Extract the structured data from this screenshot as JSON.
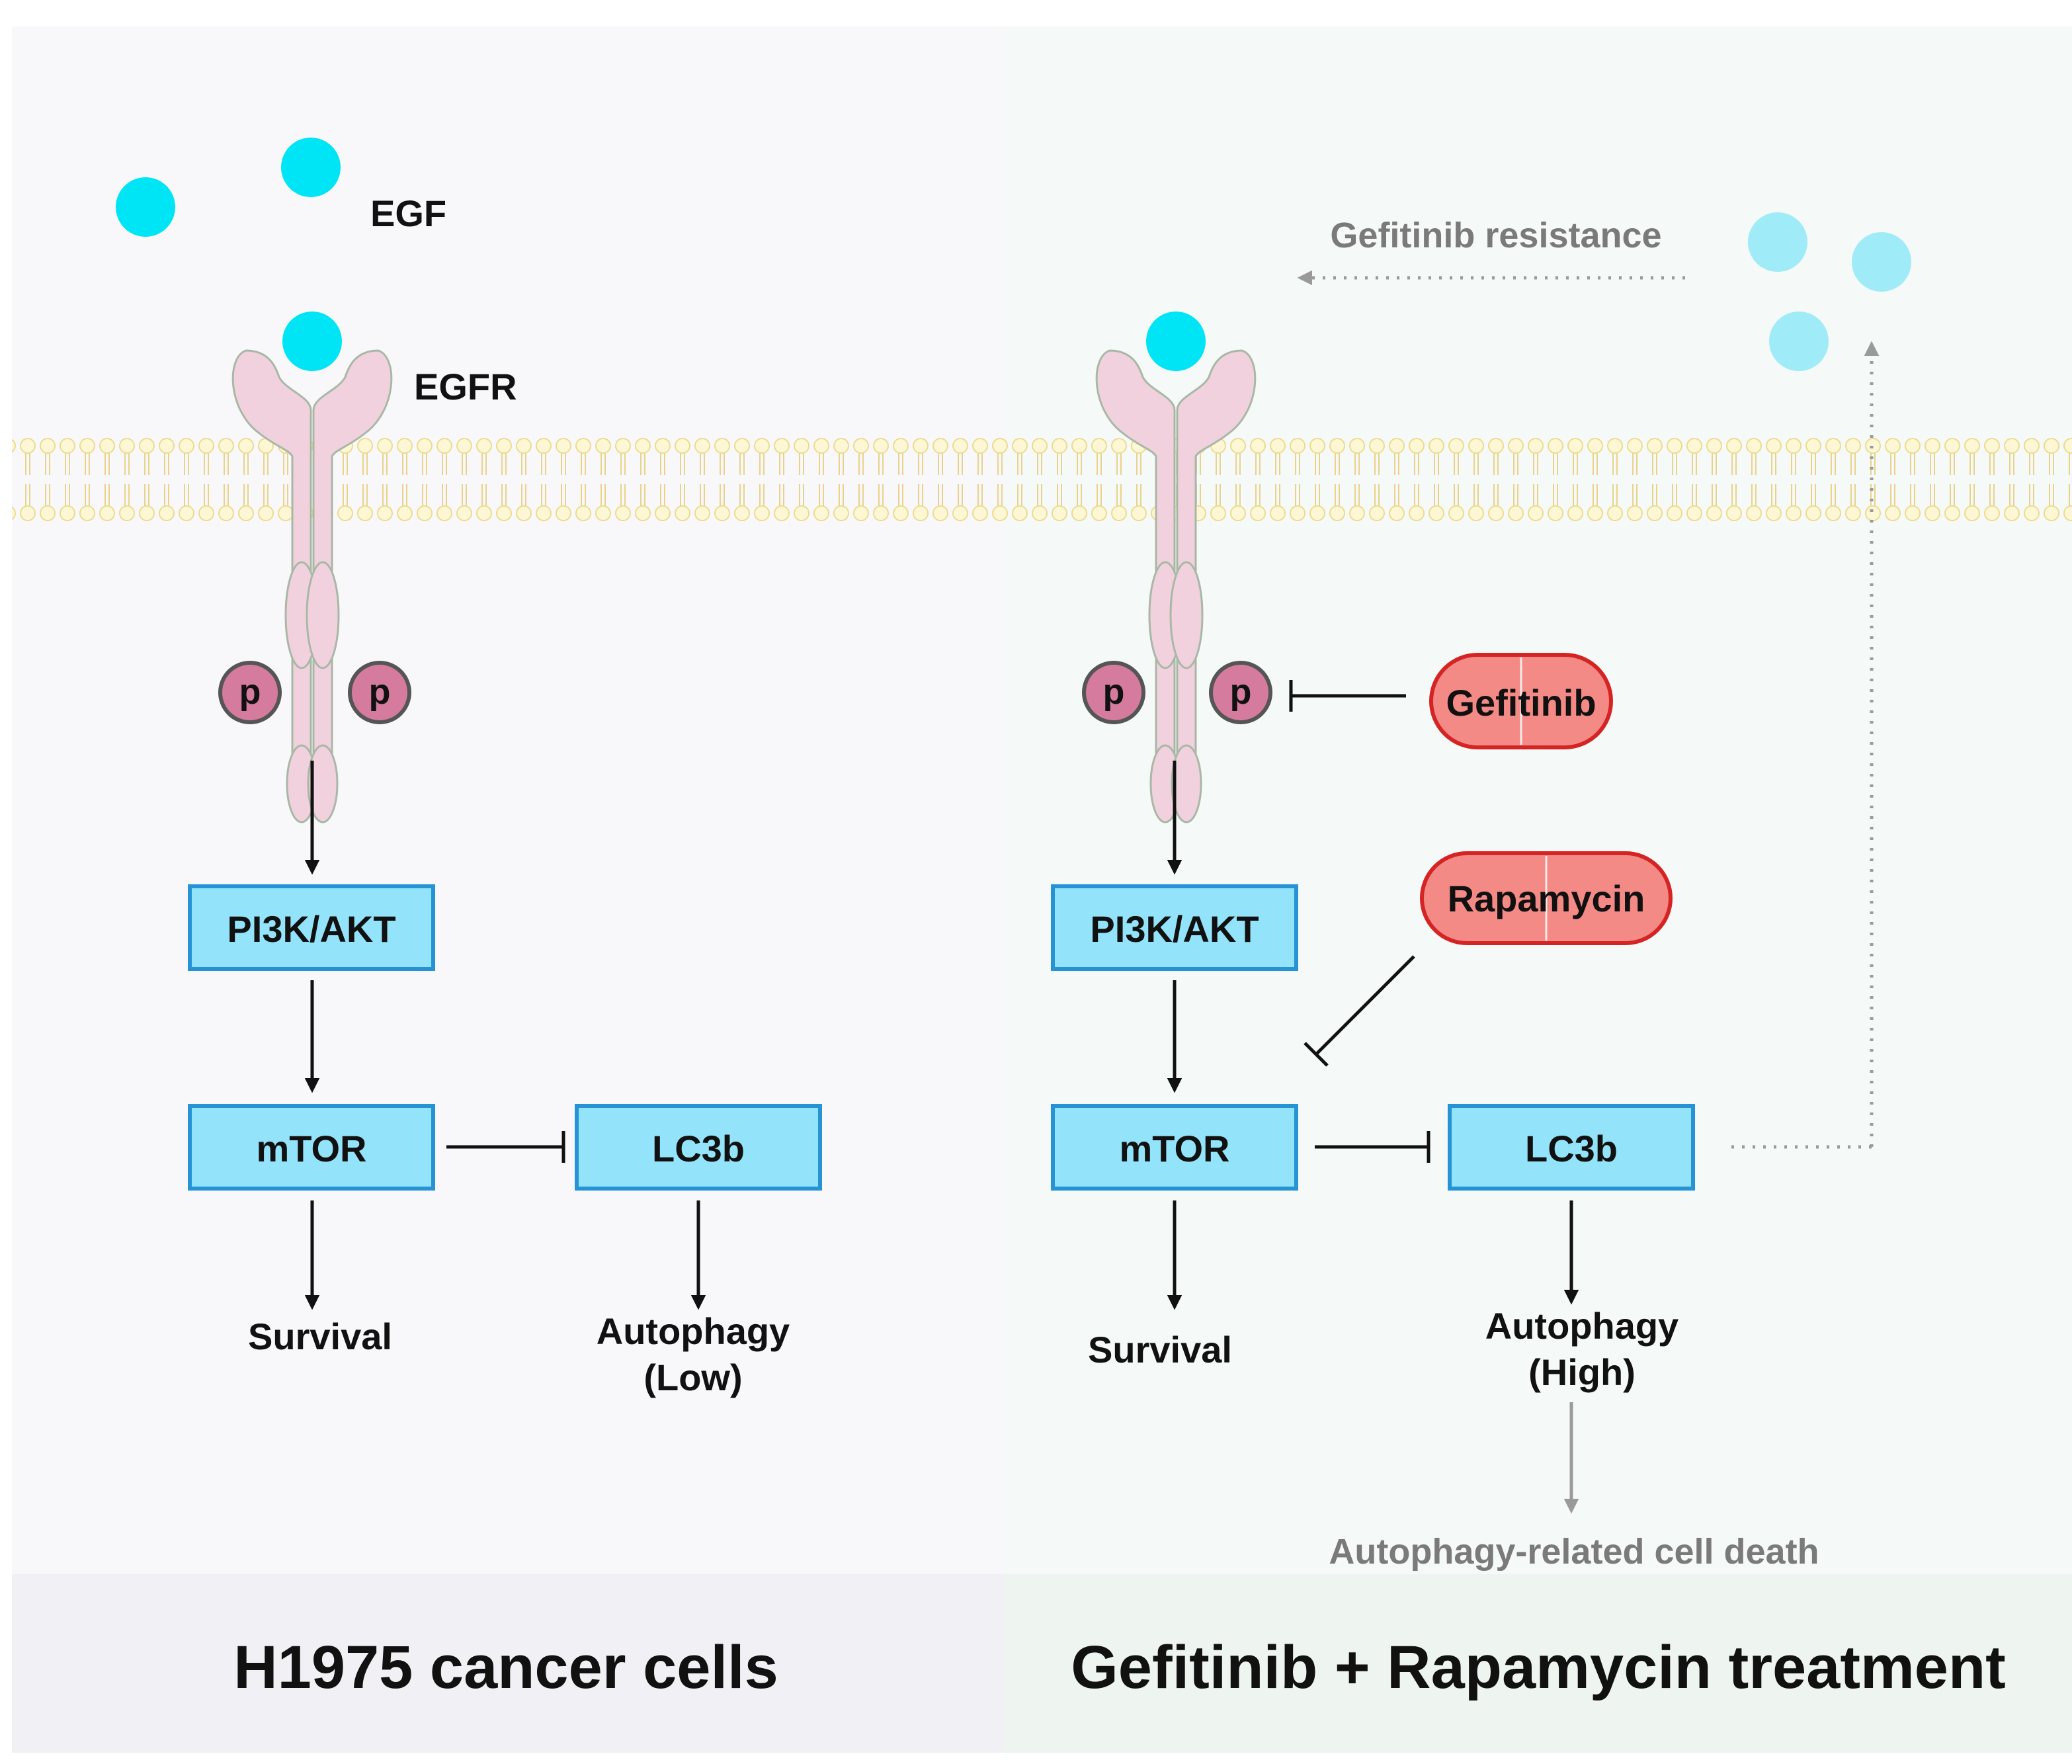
{
  "colors": {
    "panel_left": "#f8f8fb",
    "panel_right": "#f5f9f7",
    "footer_left": "#f1f0f4",
    "footer_right": "#eef5f0",
    "ligand": "#00e5f5",
    "ligand_faded": "#9fecf8",
    "receptor": "#f1d1dd",
    "receptor_edge": "#a9b8a6",
    "phospho": "#d57c9e",
    "box_fill": "#93e4fa",
    "box_edge": "#2694d4",
    "drug_fill": "#f48a86",
    "drug_edge": "#d42424",
    "membrane": "#f7e9a4",
    "grey": "#8d8d8d"
  },
  "left_panel": {
    "ligand_label": "EGF",
    "receptor_label": "EGFR",
    "phospho_left": "p",
    "phospho_right": "p",
    "pi3k": "PI3K/AKT",
    "mtor": "mTOR",
    "lc3b": "LC3b",
    "survival": "Survival",
    "autophagy": "Autophagy",
    "autophagy_level": "(Low)",
    "footer": "H1975 cancer cells"
  },
  "right_panel": {
    "resistance": "Gefitinib resistance",
    "phospho_left": "p",
    "phospho_right": "p",
    "gefitinib": "Gefitinib",
    "rapamycin": "Rapamycin",
    "pi3k": "PI3K/AKT",
    "mtor": "mTOR",
    "lc3b": "LC3b",
    "survival": "Survival",
    "autophagy": "Autophagy",
    "autophagy_level": "(High)",
    "cell_death": "Autophagy-related cell death",
    "footer": "Gefitinib + Rapamycin treatment"
  }
}
